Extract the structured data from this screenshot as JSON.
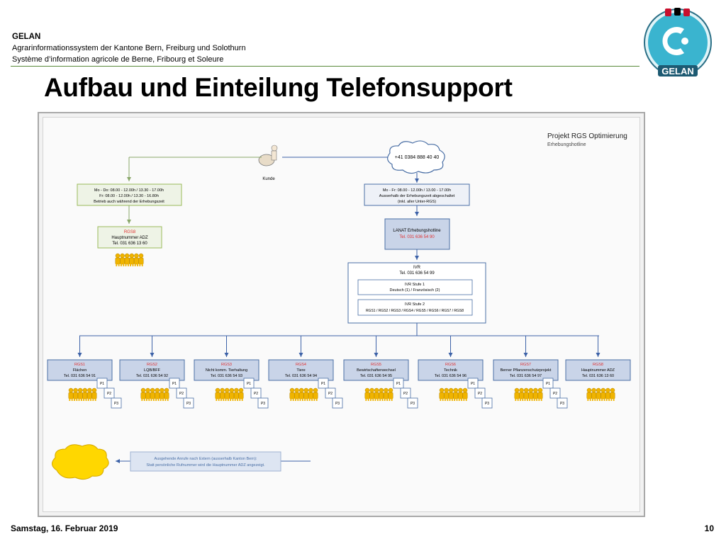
{
  "header": {
    "org": "GELAN",
    "line1": "Agrarinformationssystem der Kantone Bern, Freiburg und Solothurn",
    "line2": "Système d’information agricole de Berne, Fribourg et Soleure"
  },
  "logo": {
    "text": "GELAN",
    "icon": "gelan-logo"
  },
  "title": "Aufbau und Einteilung Telefonsupport",
  "diagram": {
    "project_title": "Projekt RGS Optimierung",
    "project_subtitle": "Erhebungshotline",
    "cloud_number": "+41 0384 888 40 40",
    "customer_label": "Kunde",
    "left_hours": [
      "Mo - Do: 08.00 - 12.00h / 13.30 - 17.00h",
      "Fr: 08.00 - 12.00h / 13.30 - 16.80h",
      "Betrieb auch während der Erhebungszeit"
    ],
    "right_hours": [
      "Mo - Fr: 08.00 - 12.00h / 13.00 - 17.00h",
      "Ausserhalb der Erhebungszeit abgeschaltet",
      "(inkl. aller Unter-RGS)"
    ],
    "rgs8_top": {
      "code": "RGS8",
      "name": "Hauptnummer ADZ",
      "tel": "Tel. 031 636 13 60"
    },
    "lanat": {
      "name": "LANAT Erhebungshotline",
      "tel": "Tel. 031 636 54 90"
    },
    "ivr": {
      "title": "IVR",
      "tel": "Tel. 031 636 54 99",
      "stufe1_title": "IVR Stufe 1",
      "stufe1_text": "Deutsch (1) / Französisch (2)",
      "stufe2_title": "IVR Stufe 2",
      "stufe2_text": "RGS1 / RGS2 / RGS3 / RGS4 / RGS5 / RGS6 / RGS7 / RGS8"
    },
    "rgs": [
      {
        "code": "RGS1",
        "name": "Flächen",
        "tel": "Tel. 031 636 54 91"
      },
      {
        "code": "RGS2",
        "name": "LQB/BFF",
        "tel": "Tel. 031 636 54 92"
      },
      {
        "code": "RGS3",
        "name": "Nicht komm. Tierhaltung",
        "tel": "Tel. 031 636 54 93"
      },
      {
        "code": "RGS4",
        "name": "Tiere",
        "tel": "Tel. 031 636 54 94"
      },
      {
        "code": "RGS5",
        "name": "Bewirtschafterwechsel",
        "tel": "Tel. 031 636 54 95"
      },
      {
        "code": "RGS6",
        "name": "Technik",
        "tel": "Tel. 031 636 54 96"
      },
      {
        "code": "RGS7",
        "name": "Berner Pflanzenschutzprojekt",
        "tel": "Tel. 031 636 54 97"
      },
      {
        "code": "RGS8",
        "name": "Hauptnummer ADZ",
        "tel": "Tel. 031 636 13 60"
      }
    ],
    "p_labels": [
      "P1",
      "P2",
      "P3"
    ],
    "outgoing_note": [
      "Ausgehende Anrufe nach Extern (ausserhalb Kanton Bern):",
      "Statt persönliche Rufnummer wird die Hauptnummer ADZ angezeigt."
    ],
    "colors": {
      "box_blue": "#c9d4e8",
      "box_border": "#4a6fa5",
      "arrow_blue": "#3d62a8",
      "green_border": "#9bbb59",
      "red": "#e03030",
      "people": "#f0b400",
      "cloud_yellow": "#ffd700"
    }
  },
  "footer": {
    "date": "Samstag, 16. Februar 2019",
    "page": "10"
  }
}
